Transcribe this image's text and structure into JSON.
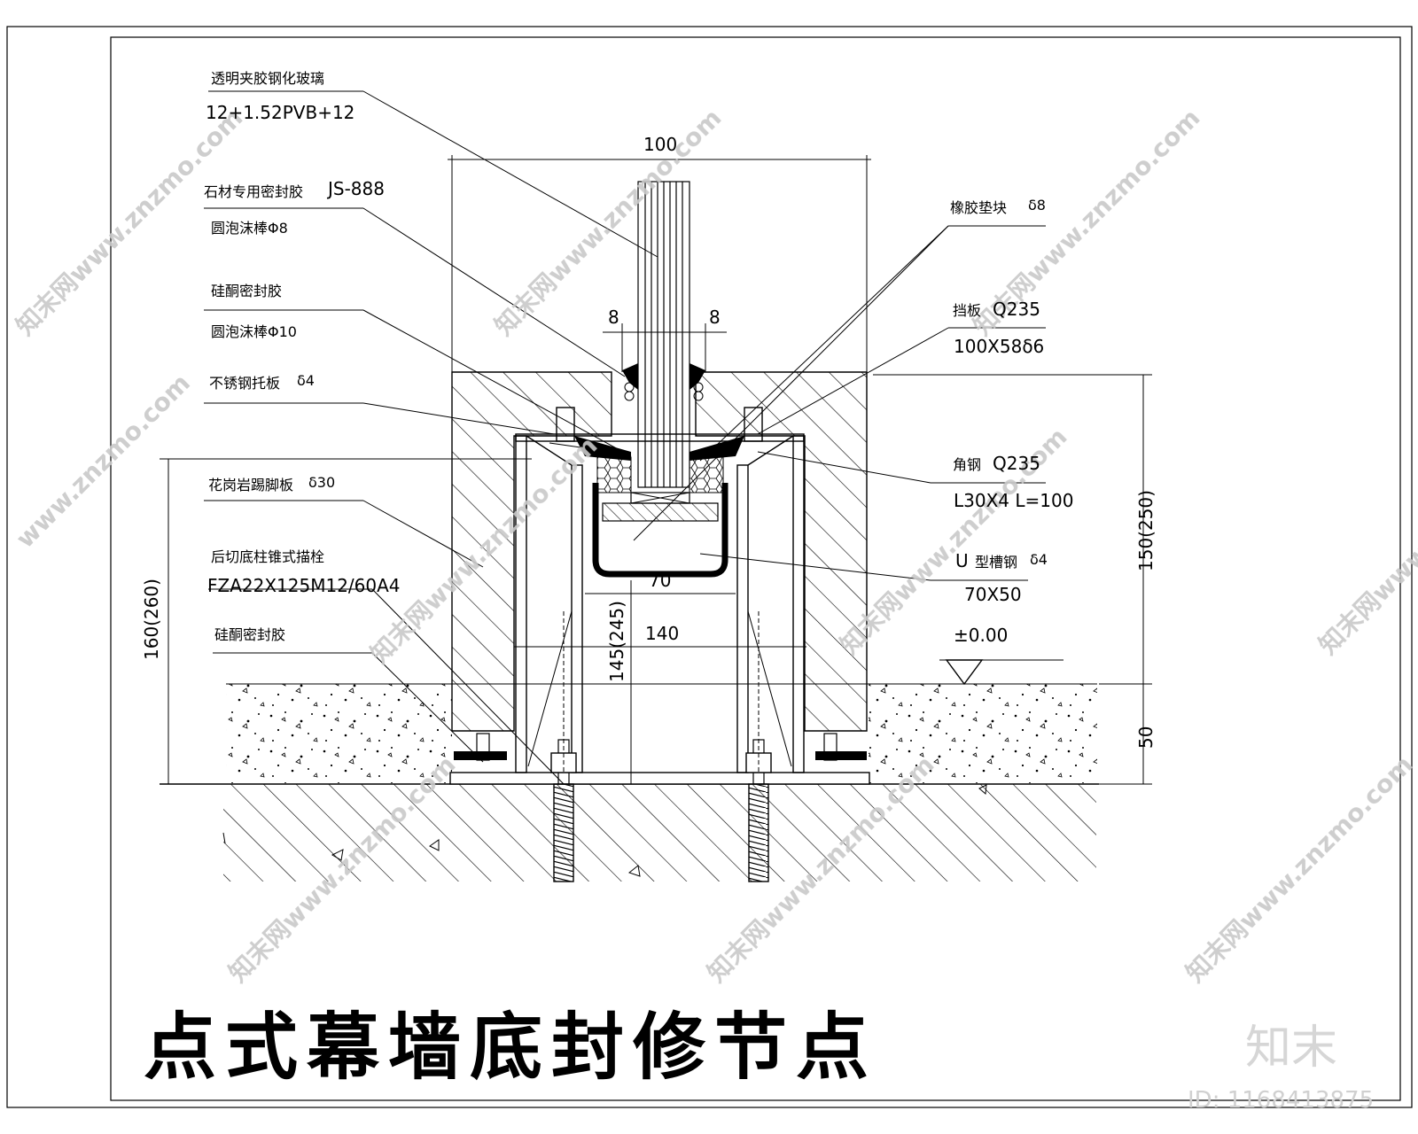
{
  "title": "点式幕墙底封修节点",
  "watermark": {
    "site": "www.znzmo.com",
    "brand": "知末网",
    "logo": "知末",
    "id_text": "ID: 1168413875"
  },
  "labels": {
    "glass_name": "透明夹胶钢化玻璃",
    "glass_spec": "12+1.52PVB+12",
    "stone_sealant": "石材专用密封胶",
    "stone_sealant_code": "JS-888",
    "foam_rod_8": "圆泡沫棒Φ8",
    "silicone_sealant": "硅酮密封胶",
    "foam_rod_10": "圆泡沫棒Φ10",
    "stainless_plate": "不锈钢托板",
    "stainless_plate_thk": "δ4",
    "granite_skirting": "花岗岩踢脚板",
    "granite_skirting_thk": "δ30",
    "anchor_name": "后切底柱锥式描栓",
    "anchor_spec": "FZA22X125M12/60A4",
    "silicone_sealant_2": "硅酮密封胶",
    "rubber_block": "橡胶垫块",
    "rubber_block_thk": "δ8",
    "baffle": "挡板",
    "baffle_grade": "Q235",
    "baffle_spec": "100X58δ6",
    "angle_steel": "角钢",
    "angle_steel_grade": "Q235",
    "angle_steel_spec": "L30X4 L=100",
    "u_channel_u": "U",
    "u_channel": "型槽钢",
    "u_channel_thk": "δ4",
    "u_channel_spec": "70X50",
    "elevation": "±0.00"
  },
  "dims": {
    "top_width": "100",
    "gap_left": "8",
    "gap_right": "8",
    "inner_70": "70",
    "inner_140": "140",
    "h_145": "145(245)",
    "h_160": "160(260)",
    "h_150": "150(250)",
    "h_50": "50"
  }
}
